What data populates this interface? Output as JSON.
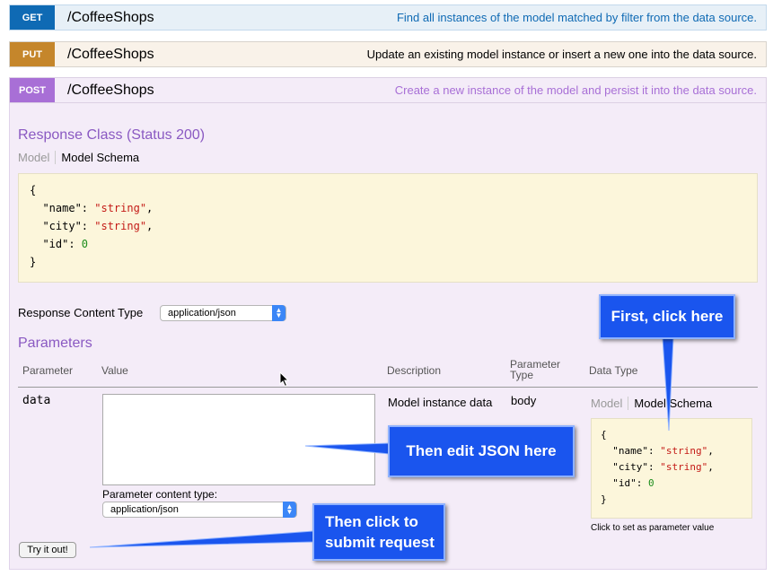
{
  "operations": [
    {
      "verb": "GET",
      "path": "/CoffeeShops",
      "description": "Find all instances of the model matched by filter from the data source."
    },
    {
      "verb": "PUT",
      "path": "/CoffeeShops",
      "description": "Update an existing model instance or insert a new one into the data source."
    },
    {
      "verb": "POST",
      "path": "/CoffeeShops",
      "description": "Create a new instance of the model and persist it into the data source."
    }
  ],
  "response": {
    "heading": "Response Class (Status 200)",
    "tab_model": "Model",
    "tab_schema": "Model Schema",
    "json_lines": [
      "{",
      "  \"name\": \"string\",",
      "  \"city\": \"string\",",
      "  \"id\": 0",
      "}"
    ],
    "content_type_label": "Response Content Type",
    "content_type_value": "application/json"
  },
  "parameters": {
    "heading": "Parameters",
    "columns": [
      "Parameter",
      "Value",
      "Description",
      "Parameter Type",
      "Data Type"
    ],
    "row": {
      "name": "data",
      "description": "Model instance data",
      "type": "body",
      "tab_model": "Model",
      "tab_schema": "Model Schema",
      "hint": "Click to set as parameter value"
    },
    "content_type_label": "Parameter content type:",
    "content_type_value": "application/json"
  },
  "try_button": "Try it out!",
  "callouts": {
    "first": "First, click here",
    "edit": "Then edit JSON here",
    "submit": "Then click to submit request"
  },
  "colors": {
    "get": "#0f6ab4",
    "put": "#c5862b",
    "post": "#a86fd6",
    "callout": "#1a55ee"
  }
}
